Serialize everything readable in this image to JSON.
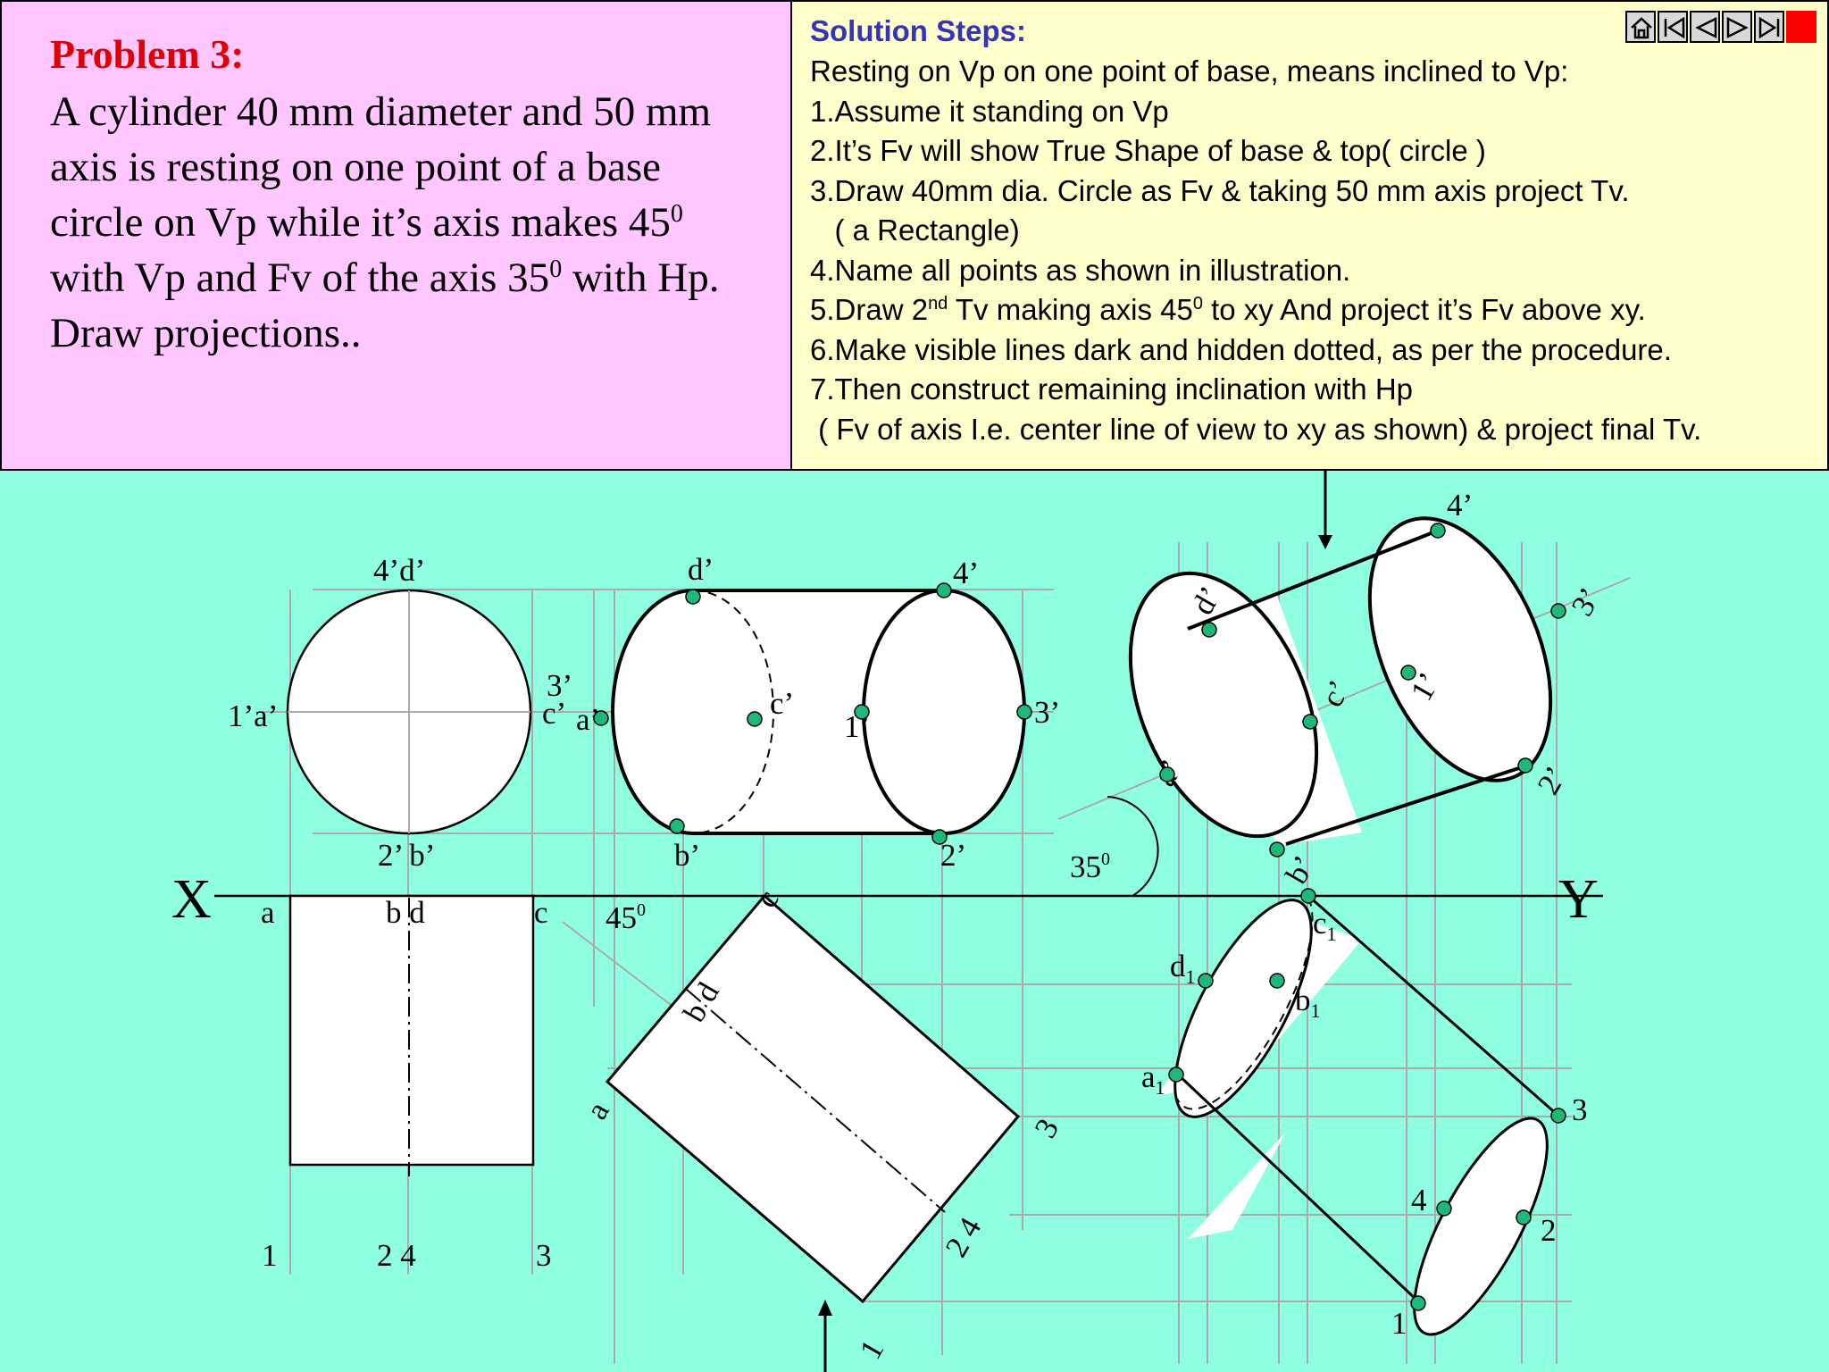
{
  "problem": {
    "title": "Problem 3:",
    "lines": [
      "A cylinder 40 mm diameter and 50 mm",
      "axis is resting on one point of a base",
      "circle on Vp while it’s axis makes 45",
      "with Vp and  Fv of the axis 35",
      "Draw projections.."
    ],
    "line3_sup": "0",
    "line4_sup": "0",
    "line4_end": " with Hp."
  },
  "solution": {
    "title": "Solution Steps:",
    "steps": [
      "Resting on Vp on one point of base, means inclined to Vp:",
      "1.Assume it standing on Vp",
      "2.It’s Fv will show True Shape of base & top( circle )",
      "3.Draw 40mm dia. Circle as Fv &  taking 50 mm axis project Tv.",
      "   ( a Rectangle)",
      "4.Name all points as shown in illustration.",
      "5.Draw 2",
      "6.Make visible lines dark and hidden dotted,  as per the procedure.",
      "7.Then construct remaining inclination with Hp",
      " ( Fv of axis I.e. center line of view to xy as shown) & project final Tv."
    ],
    "step5_sup": "nd",
    "step5_mid": " Tv making axis 45",
    "step5_sup2": "0",
    "step5_end": " to xy And project it’s Fv above xy."
  },
  "nav": {
    "buttons": [
      "home-icon",
      "first-slide-icon",
      "previous-slide-icon",
      "next-slide-icon",
      "last-slide-icon",
      "stop-icon"
    ],
    "stop_color": "#ff0000"
  },
  "drawing": {
    "xy": {
      "x": "X",
      "y": "Y"
    },
    "view1": {
      "top_label": "4’d’",
      "left_label": "1’a’",
      "right_label_1": "3’",
      "right_label_2": "c’",
      "bottom_label": "2’ b’",
      "tv_a": "a",
      "tv_bd": "b d",
      "tv_c": "c",
      "tv_1": "1",
      "tv_24": "2 4",
      "tv_3": "3"
    },
    "view2": {
      "d": "d’",
      "four": "4’",
      "a": "a’",
      "c": "c’",
      "one": "1’",
      "three": "3’",
      "b": "b’",
      "two": "2’",
      "angle": "45",
      "angle_sup": "0",
      "tv_c": "c",
      "tv_bd": "b d",
      "tv_a": "a",
      "tv_3": "3",
      "tv_24": "2 4",
      "tv_1": "1"
    },
    "view3": {
      "four": "4’",
      "d": "d’",
      "three": "3’",
      "c": "c’",
      "one": "1’",
      "a": "a’",
      "two": "2’",
      "b": "b’",
      "angle": "35",
      "angle_sup": "0",
      "c1": "c",
      "d1": "d",
      "b1": "b",
      "a1": "a",
      "sub1": "1",
      "p3": "3",
      "p4": "4",
      "p2": "2",
      "p1": "1"
    },
    "colors": {
      "background": "#8effe0",
      "points": "#1db87a",
      "construction": "#aaaaaa"
    }
  }
}
